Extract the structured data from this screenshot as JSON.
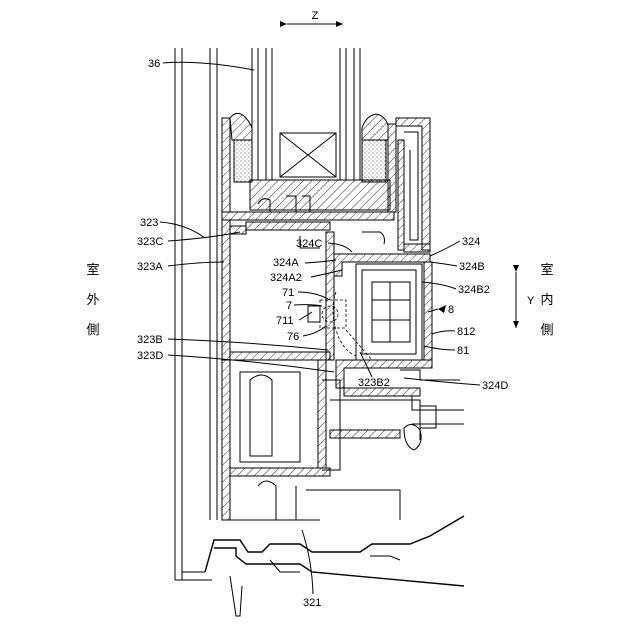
{
  "axes": {
    "z_label": "Z",
    "y_label": "Y"
  },
  "side_labels": {
    "outdoor": [
      "室",
      "外",
      "側"
    ],
    "indoor": [
      "室",
      "内",
      "側"
    ]
  },
  "reference_labels": {
    "r36": "36",
    "r323": "323",
    "r323C": "323C",
    "r323A": "323A",
    "r323B": "323B",
    "r323D": "323D",
    "r324C": "324C",
    "r324A": "324A",
    "r324A2": "324A2",
    "r71": "71",
    "r7": "7",
    "r711": "711",
    "r76": "76",
    "r324": "324",
    "r324B": "324B",
    "r324B2": "324B2",
    "r8": "8",
    "r812": "812",
    "r81": "81",
    "r323B2": "323B2",
    "r324D": "324D",
    "r321": "321"
  }
}
